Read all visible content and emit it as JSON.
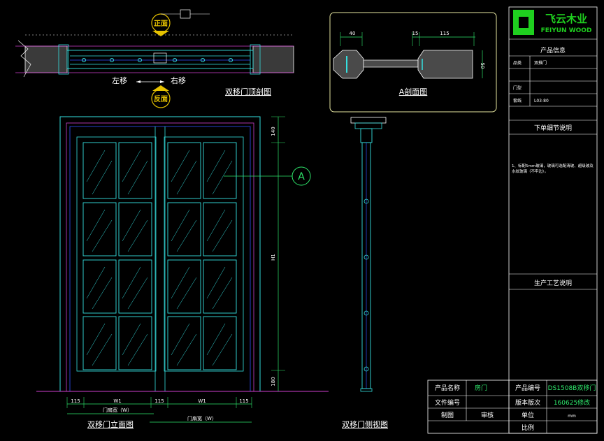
{
  "top_section": {
    "title": "双移门顶剖图",
    "front_badge": "正面",
    "back_badge": "反面",
    "left_move": "左移",
    "right_move": "右移"
  },
  "section_a": {
    "title": "A剖面图",
    "dim_40": "40",
    "dim_15": "15",
    "dim_115": "115",
    "dim_50": "50"
  },
  "elevation": {
    "title": "双移门立面图",
    "callout": "A",
    "dim_140": "140",
    "dim_h": "H1",
    "dim_180": "180",
    "dim_115a": "115",
    "dim_w1a": "W1",
    "dim_115b": "115",
    "dim_w1b": "W1",
    "dim_115c": "115",
    "leaf_width_a": "门扇宽（W）",
    "leaf_width_b": "门扇宽（W）"
  },
  "side_view": {
    "title": "双移门侧视图"
  },
  "title_block": {
    "brand_cn": "飞云木业",
    "brand_en": "FEIYUN WOOD",
    "product_info": "产品信息",
    "category_label": "品类",
    "category_value": "双推门",
    "door_type_label": "门型",
    "series_label": "套线",
    "series_value": "L03-80",
    "lower_detail": "下单细节说明",
    "note": "1、标配5mm玻璃，玻璃可选配清玻、超级玻及水纹玻璃（不牢边）。",
    "process": "生产工艺说明"
  },
  "bottom_table": {
    "product_name_label": "产品名称",
    "product_name_value": "房门",
    "product_code_label": "产品编号",
    "product_code_value": "DS1508B双移门",
    "file_no_label": "文件编号",
    "version_label": "版本版次",
    "version_value": "160625修改",
    "drawn_label": "制图",
    "review_label": "审核",
    "unit_label": "单位",
    "unit_value": "mm",
    "scale_label": "比例"
  },
  "colors": {
    "cyan": "#35e0e0",
    "blue": "#3050ff",
    "magenta": "#d040d0",
    "green": "#2ee66b",
    "yellow": "#e6c200",
    "lime": "#1fcf1f"
  }
}
